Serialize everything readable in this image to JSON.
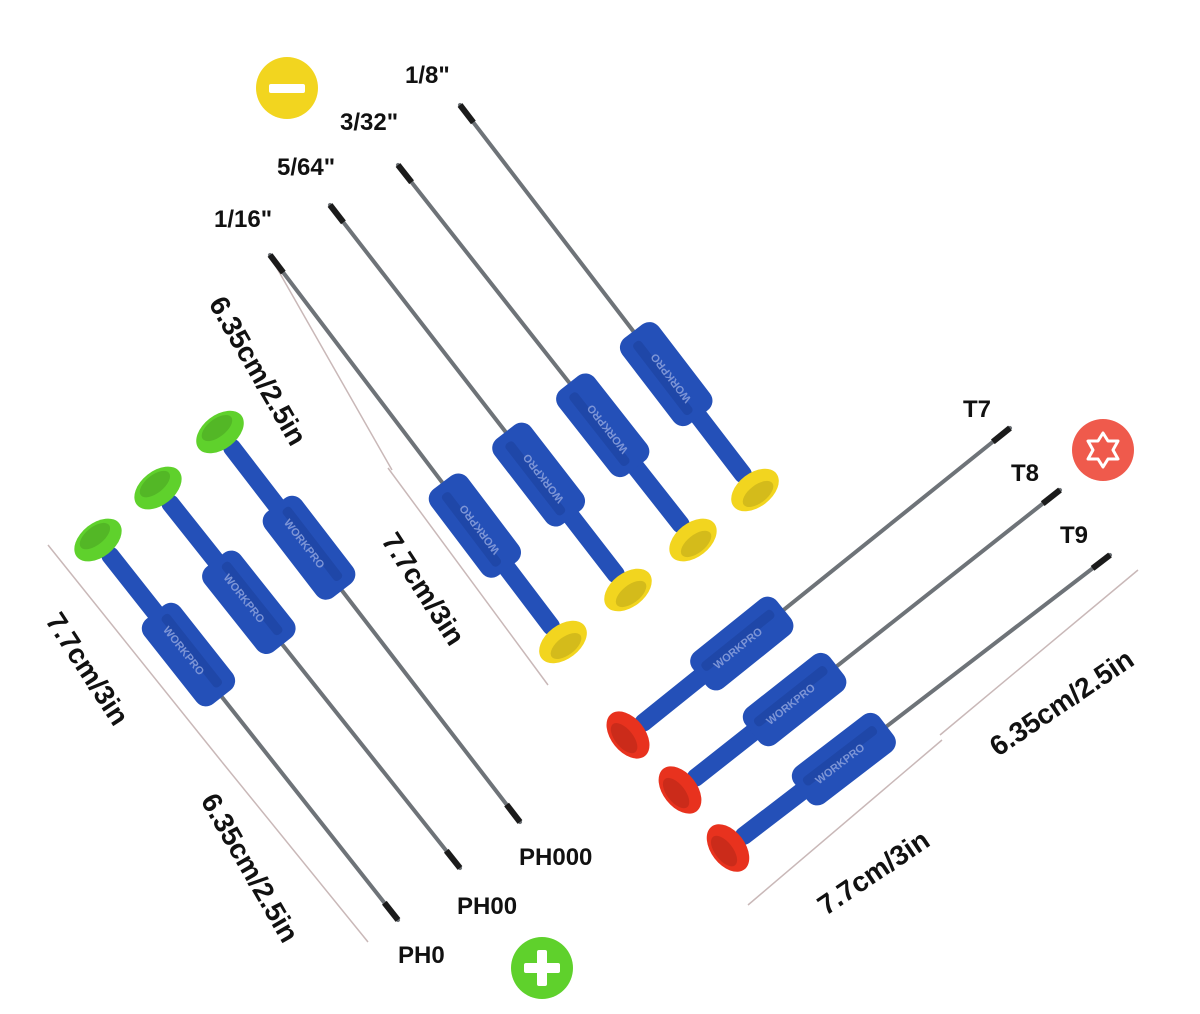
{
  "colors": {
    "handle": "#2450b8",
    "handle_dark": "#17368a",
    "shaft": "#6e7378",
    "slotted_cap": "#f2d51f",
    "phillips_cap": "#5fd12c",
    "torx_cap": "#e8321e",
    "minus_badge": "#f2d51f",
    "plus_badge": "#5fd12c",
    "torx_badge": "#ef5a4c",
    "dim_line": "#c9b8b8"
  },
  "icons": {
    "slotted": "minus-icon",
    "phillips": "plus-icon",
    "torx": "star-icon"
  },
  "slotted": {
    "sizes": [
      "1/8\"",
      "3/32\"",
      "5/64\"",
      "1/16\""
    ],
    "blade_length": "6.35cm/2.5in",
    "handle_length": "7.7cm/3in"
  },
  "phillips": {
    "sizes": [
      "PH000",
      "PH00",
      "PH0"
    ],
    "handle_length": "7.7cm/3in",
    "blade_length": "6.35cm/2.5in"
  },
  "torx": {
    "sizes": [
      "T7",
      "T8",
      "T9"
    ],
    "blade_length": "6.35cm/2.5in",
    "handle_length": "7.7cm/3in"
  },
  "brand": "WORKPRO"
}
